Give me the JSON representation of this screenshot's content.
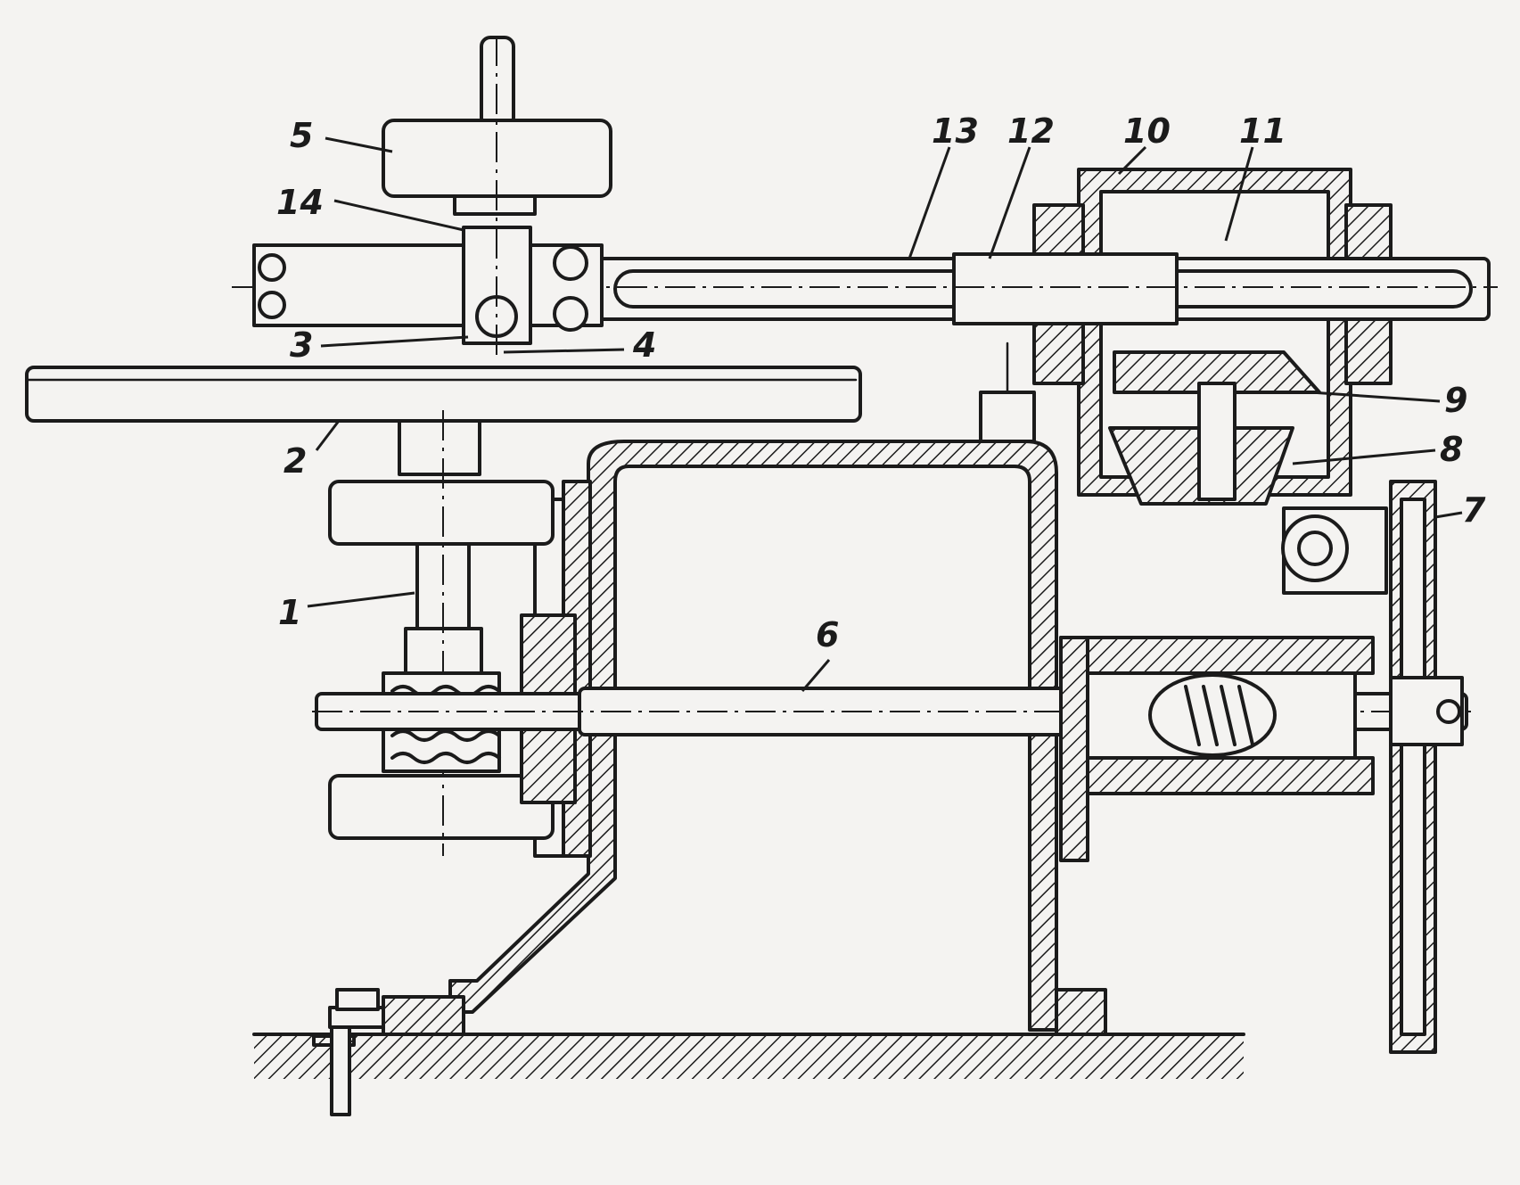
{
  "labels": {
    "l1": "1",
    "l2": "2",
    "l3": "3",
    "l4": "4",
    "l5": "5",
    "l6": "6",
    "l7": "7",
    "l8": "8",
    "l9": "9",
    "l10": "10",
    "l11": "11",
    "l12": "12",
    "l13": "13",
    "l14": "14"
  },
  "colors": {
    "ink": "#1b1b1b",
    "paper": "#f4f3f1"
  }
}
